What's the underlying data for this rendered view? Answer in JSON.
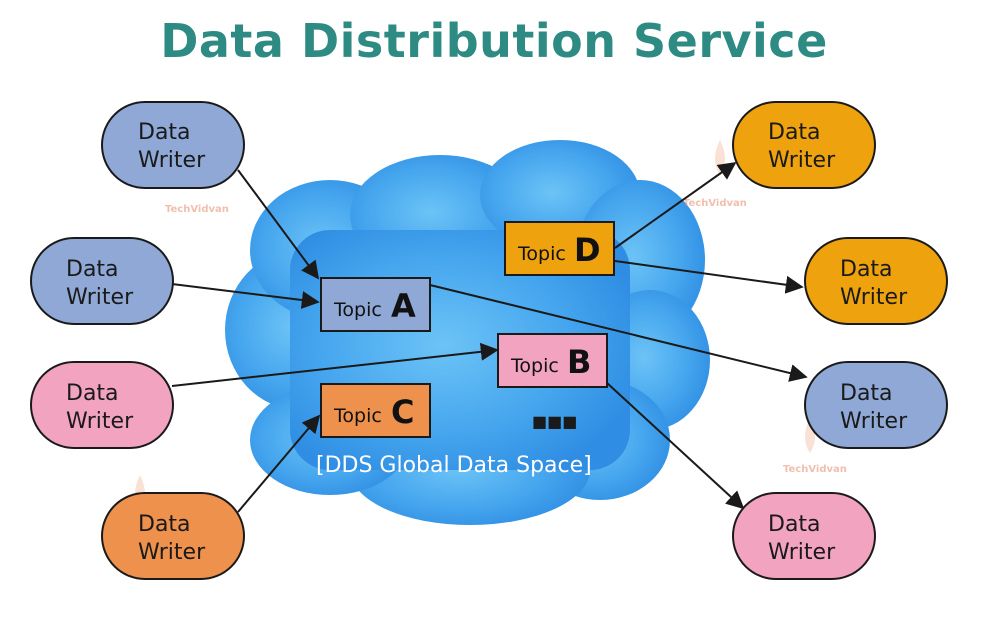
{
  "title": "Data Distribution Service",
  "global_space_label": "[DDS  Global Data Space]",
  "ellipsis": "■■■",
  "watermark_text": "TechVidvan",
  "colors": {
    "title": "#2e8b83",
    "cloud_light": "#5ab7f2",
    "cloud_dark": "#2f8ee3",
    "blue_node": "#8fa8d6",
    "pink_node": "#f2a3bf",
    "orange_node": "#ee914d",
    "gold_node": "#eea20e",
    "topic_blue": "#8fa8d6",
    "topic_pink": "#f2a3bf",
    "topic_orange": "#ee914d",
    "topic_gold": "#eea20e",
    "stroke": "#1a1a1a"
  },
  "writers": [
    {
      "id": "w1",
      "line1": "Data",
      "line2": "Writer",
      "color": "blue_node"
    },
    {
      "id": "w2",
      "line1": "Data",
      "line2": "Writer",
      "color": "blue_node"
    },
    {
      "id": "w3",
      "line1": "Data",
      "line2": "Writer",
      "color": "pink_node"
    },
    {
      "id": "w4",
      "line1": "Data",
      "line2": "Writer",
      "color": "orange_node"
    },
    {
      "id": "r1",
      "line1": "Data",
      "line2": "Writer",
      "color": "gold_node"
    },
    {
      "id": "r2",
      "line1": "Data",
      "line2": "Writer",
      "color": "gold_node"
    },
    {
      "id": "r3",
      "line1": "Data",
      "line2": "Writer",
      "color": "blue_node"
    },
    {
      "id": "r4",
      "line1": "Data",
      "line2": "Writer",
      "color": "pink_node"
    }
  ],
  "topics": [
    {
      "id": "A",
      "word": "Topic",
      "letter": "A",
      "color": "topic_blue"
    },
    {
      "id": "B",
      "word": "Topic",
      "letter": "B",
      "color": "topic_pink"
    },
    {
      "id": "C",
      "word": "Topic",
      "letter": "C",
      "color": "topic_orange"
    },
    {
      "id": "D",
      "word": "Topic",
      "letter": "D",
      "color": "topic_gold"
    }
  ]
}
